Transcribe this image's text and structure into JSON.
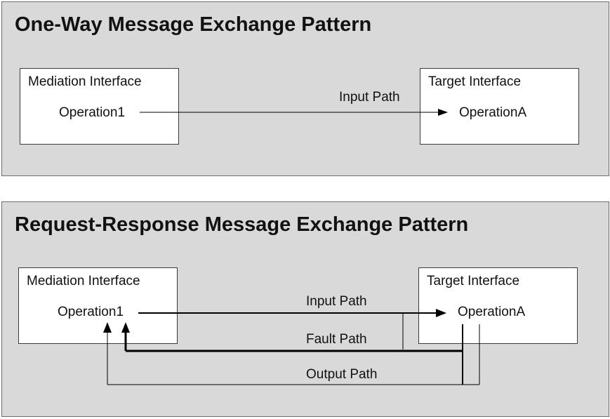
{
  "one_way": {
    "title": "One-Way Message Exchange Pattern",
    "mediation": {
      "title": "Mediation Interface",
      "operation": "Operation1"
    },
    "target": {
      "title": "Target Interface",
      "operation": "OperationA"
    },
    "input_label": "Input Path"
  },
  "request_response": {
    "title": "Request-Response Message Exchange Pattern",
    "mediation": {
      "title": "Mediation Interface",
      "operation": "Operation1"
    },
    "target": {
      "title": "Target Interface",
      "operation": "OperationA"
    },
    "input_label": "Input Path",
    "fault_label": "Fault Path",
    "output_label": "Output Path"
  },
  "colors": {
    "panel_background": "#d9d9d9",
    "box_background": "#ffffff",
    "line": "#000000"
  }
}
